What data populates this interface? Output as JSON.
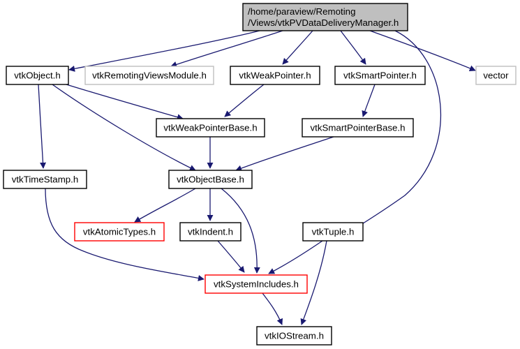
{
  "diagram": {
    "title": "Include dependency graph for vtkPVDataDeliveryManager.h",
    "colors": {
      "edge": "#191970",
      "root_fill": "#bfbfbf",
      "node_border": "#000000",
      "external_border": "#bfbfbf",
      "truncated_border": "#ff0000",
      "node_fill": "#ffffff"
    },
    "nodes": [
      {
        "id": "root",
        "lines": [
          "/home/paraview/Remoting",
          "/Views/vtkPVDataDeliveryManager.h"
        ],
        "kind": "root"
      },
      {
        "id": "vtkObject",
        "lines": [
          "vtkObject.h"
        ],
        "kind": "normal"
      },
      {
        "id": "vtkRemotingViewsModule",
        "lines": [
          "vtkRemotingViewsModule.h"
        ],
        "kind": "external"
      },
      {
        "id": "vtkWeakPointer",
        "lines": [
          "vtkWeakPointer.h"
        ],
        "kind": "normal"
      },
      {
        "id": "vtkSmartPointer",
        "lines": [
          "vtkSmartPointer.h"
        ],
        "kind": "normal"
      },
      {
        "id": "vector",
        "lines": [
          "vector"
        ],
        "kind": "external"
      },
      {
        "id": "vtkWeakPointerBase",
        "lines": [
          "vtkWeakPointerBase.h"
        ],
        "kind": "normal"
      },
      {
        "id": "vtkSmartPointerBase",
        "lines": [
          "vtkSmartPointerBase.h"
        ],
        "kind": "normal"
      },
      {
        "id": "vtkTimeStamp",
        "lines": [
          "vtkTimeStamp.h"
        ],
        "kind": "normal"
      },
      {
        "id": "vtkObjectBase",
        "lines": [
          "vtkObjectBase.h"
        ],
        "kind": "normal"
      },
      {
        "id": "vtkAtomicTypes",
        "lines": [
          "vtkAtomicTypes.h"
        ],
        "kind": "truncated"
      },
      {
        "id": "vtkIndent",
        "lines": [
          "vtkIndent.h"
        ],
        "kind": "normal"
      },
      {
        "id": "vtkTuple",
        "lines": [
          "vtkTuple.h"
        ],
        "kind": "normal"
      },
      {
        "id": "vtkSystemIncludes",
        "lines": [
          "vtkSystemIncludes.h"
        ],
        "kind": "truncated"
      },
      {
        "id": "vtkIOStream",
        "lines": [
          "vtkIOStream.h"
        ],
        "kind": "normal"
      }
    ],
    "edges": [
      {
        "from": "root",
        "to": "vtkObject"
      },
      {
        "from": "root",
        "to": "vtkRemotingViewsModule"
      },
      {
        "from": "root",
        "to": "vtkWeakPointer"
      },
      {
        "from": "root",
        "to": "vtkSmartPointer"
      },
      {
        "from": "root",
        "to": "vector"
      },
      {
        "from": "root",
        "to": "vtkTuple"
      },
      {
        "from": "vtkObject",
        "to": "vtkTimeStamp"
      },
      {
        "from": "vtkObject",
        "to": "vtkWeakPointerBase"
      },
      {
        "from": "vtkObject",
        "to": "vtkObjectBase"
      },
      {
        "from": "vtkWeakPointer",
        "to": "vtkWeakPointerBase"
      },
      {
        "from": "vtkSmartPointer",
        "to": "vtkSmartPointerBase"
      },
      {
        "from": "vtkWeakPointerBase",
        "to": "vtkObjectBase"
      },
      {
        "from": "vtkSmartPointerBase",
        "to": "vtkObjectBase"
      },
      {
        "from": "vtkTimeStamp",
        "to": "vtkSystemIncludes"
      },
      {
        "from": "vtkObjectBase",
        "to": "vtkAtomicTypes"
      },
      {
        "from": "vtkObjectBase",
        "to": "vtkIndent"
      },
      {
        "from": "vtkObjectBase",
        "to": "vtkSystemIncludes"
      },
      {
        "from": "vtkIndent",
        "to": "vtkSystemIncludes"
      },
      {
        "from": "vtkTuple",
        "to": "vtkSystemIncludes"
      },
      {
        "from": "vtkTuple",
        "to": "vtkIOStream"
      },
      {
        "from": "vtkSystemIncludes",
        "to": "vtkIOStream"
      }
    ]
  }
}
